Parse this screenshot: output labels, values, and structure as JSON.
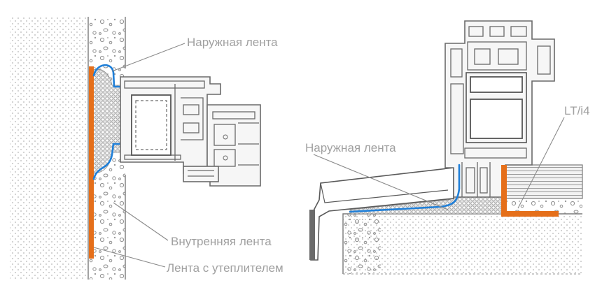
{
  "labels": {
    "outer_tape_left": "Наружная лента",
    "outer_tape_right": "Наружная лента",
    "inner_tape": "Внутренняя лента",
    "insulated_tape": "Лента с утеплителем",
    "lt_i4": "LT/i4"
  },
  "colors": {
    "outer_tape": "#1f7fd8",
    "inner_tape": "#e56f1a",
    "label_text": "#a0a0a0",
    "profile_line": "#6a6a6a"
  }
}
